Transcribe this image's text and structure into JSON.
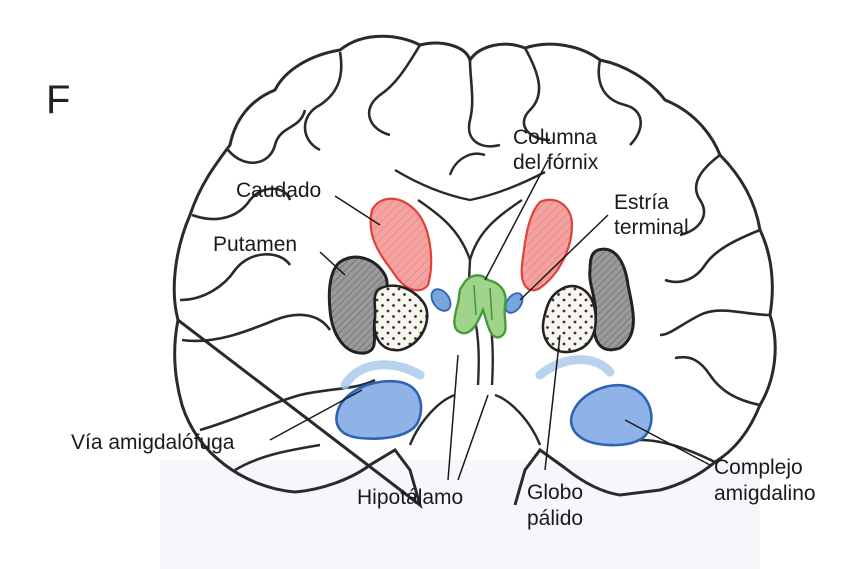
{
  "figure": {
    "panel_letter": "F",
    "labels": {
      "columna": [
        "Columna",
        "del fórnix"
      ],
      "caudado": "Caudado",
      "estria": [
        "Estría",
        "terminal"
      ],
      "putamen": "Putamen",
      "via": "Vía amigdalófuga",
      "hipotalamo": "Hipotálamo",
      "globo": [
        "Globo",
        "pálido"
      ],
      "complejo": [
        "Complejo",
        "amigdalino"
      ]
    },
    "colors": {
      "caudate": "#f4a3a0",
      "caudate_stroke": "#e0403a",
      "putamen": "#8c8c8c",
      "globus": "#f6f2ea",
      "fornix": "#9fd48a",
      "fornix_stroke": "#4a9a3a",
      "stria": "#7aa5dc",
      "amygdala": "#8fb3e6",
      "amygdala_stroke": "#2f63b5",
      "outline": "#2a2a2a"
    }
  }
}
